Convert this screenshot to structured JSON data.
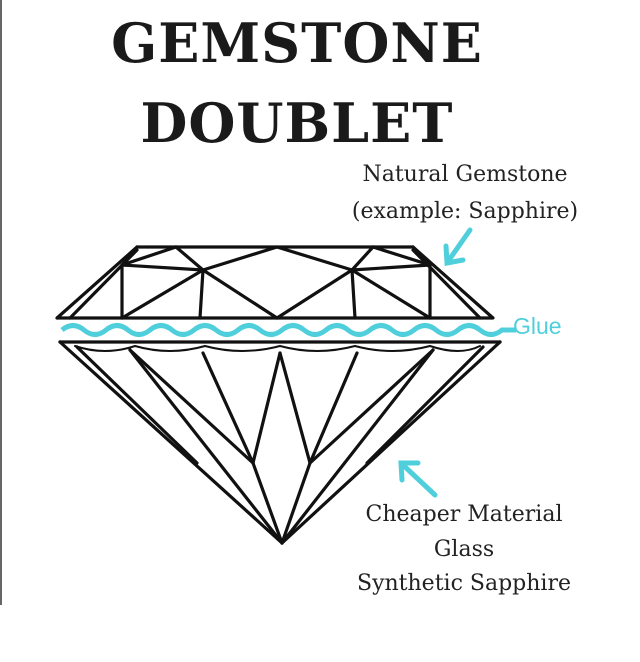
{
  "title": {
    "line1": "GEMSTONE",
    "line2": "DOUBLET"
  },
  "labels": {
    "top_line1": "Natural Gemstone",
    "top_line2": "(example: Sapphire)",
    "glue": "Glue",
    "bottom_line1": "Cheaper Material",
    "bottom_line2": "Glass",
    "bottom_line3": "Synthetic Sapphire"
  },
  "colors": {
    "accent": "#4fcfdb",
    "ink": "#111111"
  }
}
